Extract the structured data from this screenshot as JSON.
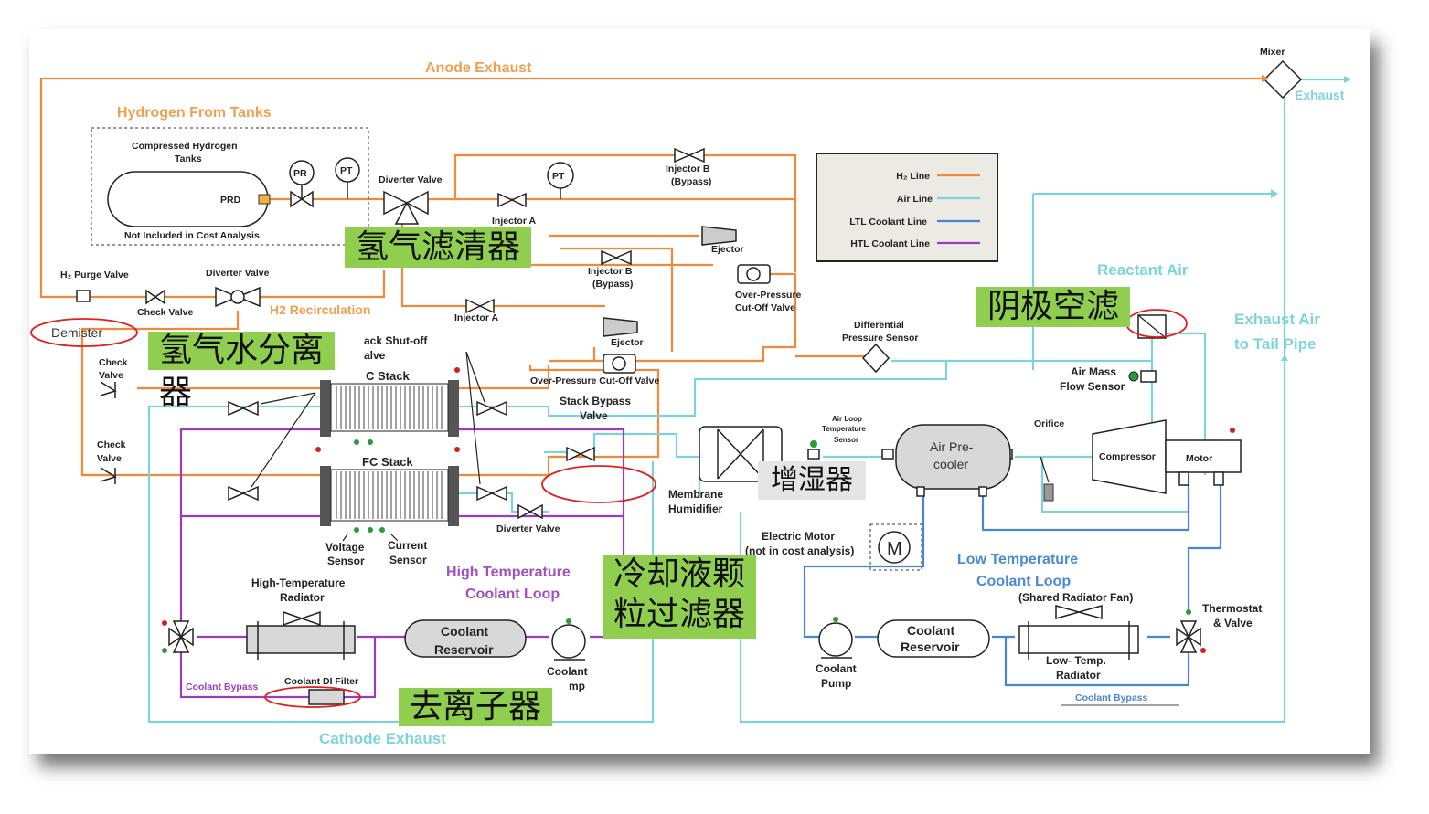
{
  "labels": {
    "anode_exhaust": "Anode Exhaust",
    "mixer": "Mixer",
    "exhaust": "Exhaust",
    "hydrogen_from_tanks": "Hydrogen From Tanks",
    "compressed_hydrogen": "Compressed Hydrogen",
    "tanks": "Tanks",
    "prd": "PRD",
    "not_included": "Not Included in Cost Analysis",
    "pr": "PR",
    "pt": "PT",
    "pt2": "PT",
    "diverter_valve_1": "Diverter Valve",
    "diverter_valve_2": "Diverter Valve",
    "diverter_valve_3": "Diverter Valve",
    "injector_a_1": "Injector A",
    "injector_a_2": "Injector A",
    "injector_b_1": "Injector B",
    "injector_b_2": "Injector B",
    "bypass_1": "(Bypass)",
    "bypass_2": "(Bypass)",
    "ejector_1": "Ejector",
    "ejector_2": "Ejector",
    "over_pressure_1a": "Over-Pressure",
    "over_pressure_1b": "Cut-Off Valve",
    "over_pressure_2": "Over-Pressure Cut-Off Valve",
    "h2_purge_valve": "H₂ Purge Valve",
    "check_valve_1": "Check Valve",
    "check_valve_2a": "Check",
    "check_valve_2b": "Valve",
    "check_valve_3a": "Check",
    "check_valve_3b": "Valve",
    "h2_recirculation": "H2 Recirculation",
    "demister": "Demister",
    "stack_shutoff_a": "ack Shut-off",
    "stack_shutoff_b": "alve",
    "fc_stack_1": "C Stack",
    "fc_stack_2": "FC Stack",
    "stack_bypass_a": "Stack Bypass",
    "stack_bypass_b": "Valve",
    "voltage_sensor_a": "Voltage",
    "voltage_sensor_b": "Sensor",
    "current_sensor_a": "Current",
    "current_sensor_b": "Sensor",
    "differential_a": "Differential",
    "differential_b": "Pressure Sensor",
    "membrane_a": "Membrane",
    "membrane_b": "Humidifier",
    "air_loop_a": "Air Loop",
    "air_loop_b": "Temperature",
    "air_loop_c": "Sensor",
    "air_precooler_a": "Air Pre-",
    "air_precooler_b": "cooler",
    "orifice": "Orifice",
    "compressor": "Compressor",
    "motor": "Motor",
    "air_mass_a": "Air Mass",
    "air_mass_b": "Flow Sensor",
    "reactant_air": "Reactant Air",
    "exhaust_air_a": "Exhaust Air",
    "exhaust_air_b": "to Tail Pipe",
    "electric_motor_a": "Electric Motor",
    "electric_motor_b": "(not in cost analysis)",
    "motor_symbol": "M",
    "low_temp_loop_a": "Low Temperature",
    "low_temp_loop_b": "Coolant Loop",
    "shared_fan": "(Shared Radiator Fan)",
    "coolant_reservoir_1a": "Coolant",
    "coolant_reservoir_1b": "Reservoir",
    "coolant_reservoir_2a": "Coolant",
    "coolant_reservoir_2b": "Reservoir",
    "coolant_pump_1a": "Coolant",
    "coolant_pump_1b": "Pump",
    "coolant_pump_2a": "Coolant",
    "coolant_pump_2b": "mp",
    "low_temp_radiator_a": "Low- Temp.",
    "low_temp_radiator_b": "Radiator",
    "coolant_bypass_1": "Coolant Bypass",
    "coolant_bypass_2": "Coolant Bypass",
    "thermostat_a": "Thermostat",
    "thermostat_b": "& Valve",
    "high_temp_loop_a": "High Temperature",
    "high_temp_loop_b": "Coolant Loop",
    "high_temp_radiator_a": "High-Temperature",
    "high_temp_radiator_b": "Radiator",
    "coolant_di_filter": "Coolant DI Filter",
    "cathode_exhaust": "Cathode Exhaust"
  },
  "legend": {
    "items": [
      {
        "label": "H₂ Line",
        "color": "#f08a3a"
      },
      {
        "label": "Air Line",
        "color": "#7fd2db"
      },
      {
        "label": "LTL Coolant Line",
        "color": "#4a84d4"
      },
      {
        "label": "HTL Coolant Line",
        "color": "#9a3cc0"
      }
    ]
  },
  "annotations": {
    "h2_filter": "氢气滤清器",
    "cathode_air_filter": "阴极空滤",
    "h2_water_separator_a": "氢气水分离",
    "h2_water_separator_b": "器",
    "humidifier": "增湿器",
    "coolant_particle_filter_a": "冷却液颗",
    "coolant_particle_filter_b": "粒过滤器",
    "deionizer": "去离子器"
  },
  "colors": {
    "h2_line": "#f08a3a",
    "air_line": "#7fd2db",
    "ltl_line": "#4a84d4",
    "htl_line": "#9a3cc0",
    "annotation_bg": "#8fce4e",
    "highlight_ring": "#e02020"
  }
}
